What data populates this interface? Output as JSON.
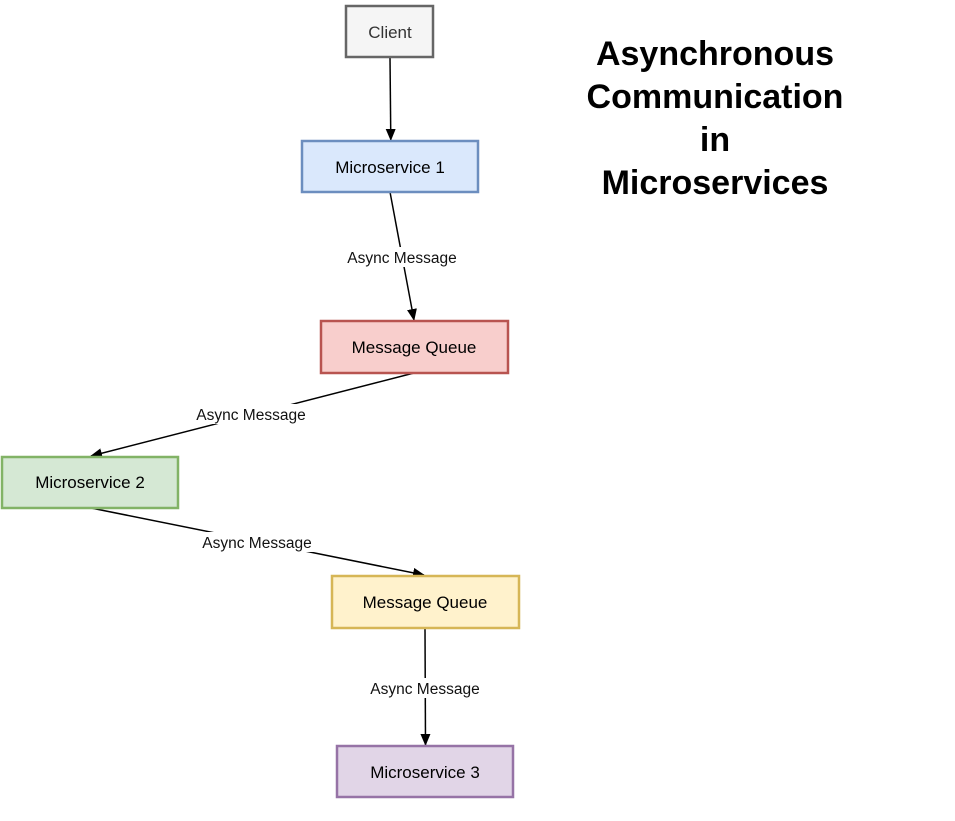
{
  "title": {
    "lines": [
      "Asynchronous",
      "Communication",
      "in",
      "Microservices"
    ]
  },
  "nodes": [
    {
      "id": "client",
      "label": "Client",
      "fill": "#f5f5f5",
      "stroke": "#666666",
      "text": "#333333"
    },
    {
      "id": "ms1",
      "label": "Microservice 1",
      "fill": "#dae8fc",
      "stroke": "#6c8ebf",
      "text": "#000000"
    },
    {
      "id": "mq1",
      "label": "Message Queue",
      "fill": "#f8cecc",
      "stroke": "#b85450",
      "text": "#000000"
    },
    {
      "id": "ms2",
      "label": "Microservice 2",
      "fill": "#d5e8d4",
      "stroke": "#82b366",
      "text": "#000000"
    },
    {
      "id": "mq2",
      "label": "Message Queue",
      "fill": "#fff2cc",
      "stroke": "#d6b656",
      "text": "#000000"
    },
    {
      "id": "ms3",
      "label": "Microservice 3",
      "fill": "#e1d5e7",
      "stroke": "#9673a6",
      "text": "#000000"
    }
  ],
  "edges": [
    {
      "from": "client",
      "to": "ms1",
      "label": ""
    },
    {
      "from": "ms1",
      "to": "mq1",
      "label": "Async Message"
    },
    {
      "from": "mq1",
      "to": "ms2",
      "label": "Async Message"
    },
    {
      "from": "ms2",
      "to": "mq2",
      "label": "Async Message"
    },
    {
      "from": "mq2",
      "to": "ms3",
      "label": "Async Message"
    }
  ]
}
